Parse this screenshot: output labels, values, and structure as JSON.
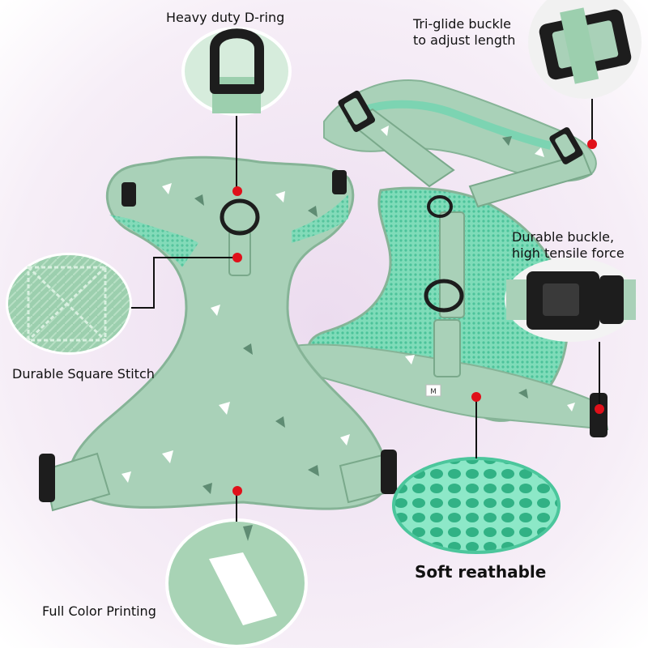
{
  "callouts": {
    "d_ring": "Heavy duty D-ring",
    "tri_glide_line1": "Tri-glide buckle",
    "tri_glide_line2": "to adjust length",
    "buckle_line1": "Durable buckle,",
    "buckle_line2": "high tensile force",
    "stitch": "Durable Square Stitch",
    "mesh": "Soft reathable",
    "printing": "Full Color Printing"
  },
  "colors": {
    "background_top": "#ffffff",
    "background_mid": "#ecdcef",
    "harness_green": "#a9d1b8",
    "harness_dark": "#86b497",
    "mesh_green": "#5fd5ad",
    "hardware_black": "#1d1d1d",
    "marker_red": "#e0101a",
    "leader_line": "#111111"
  },
  "size_tag": "M"
}
